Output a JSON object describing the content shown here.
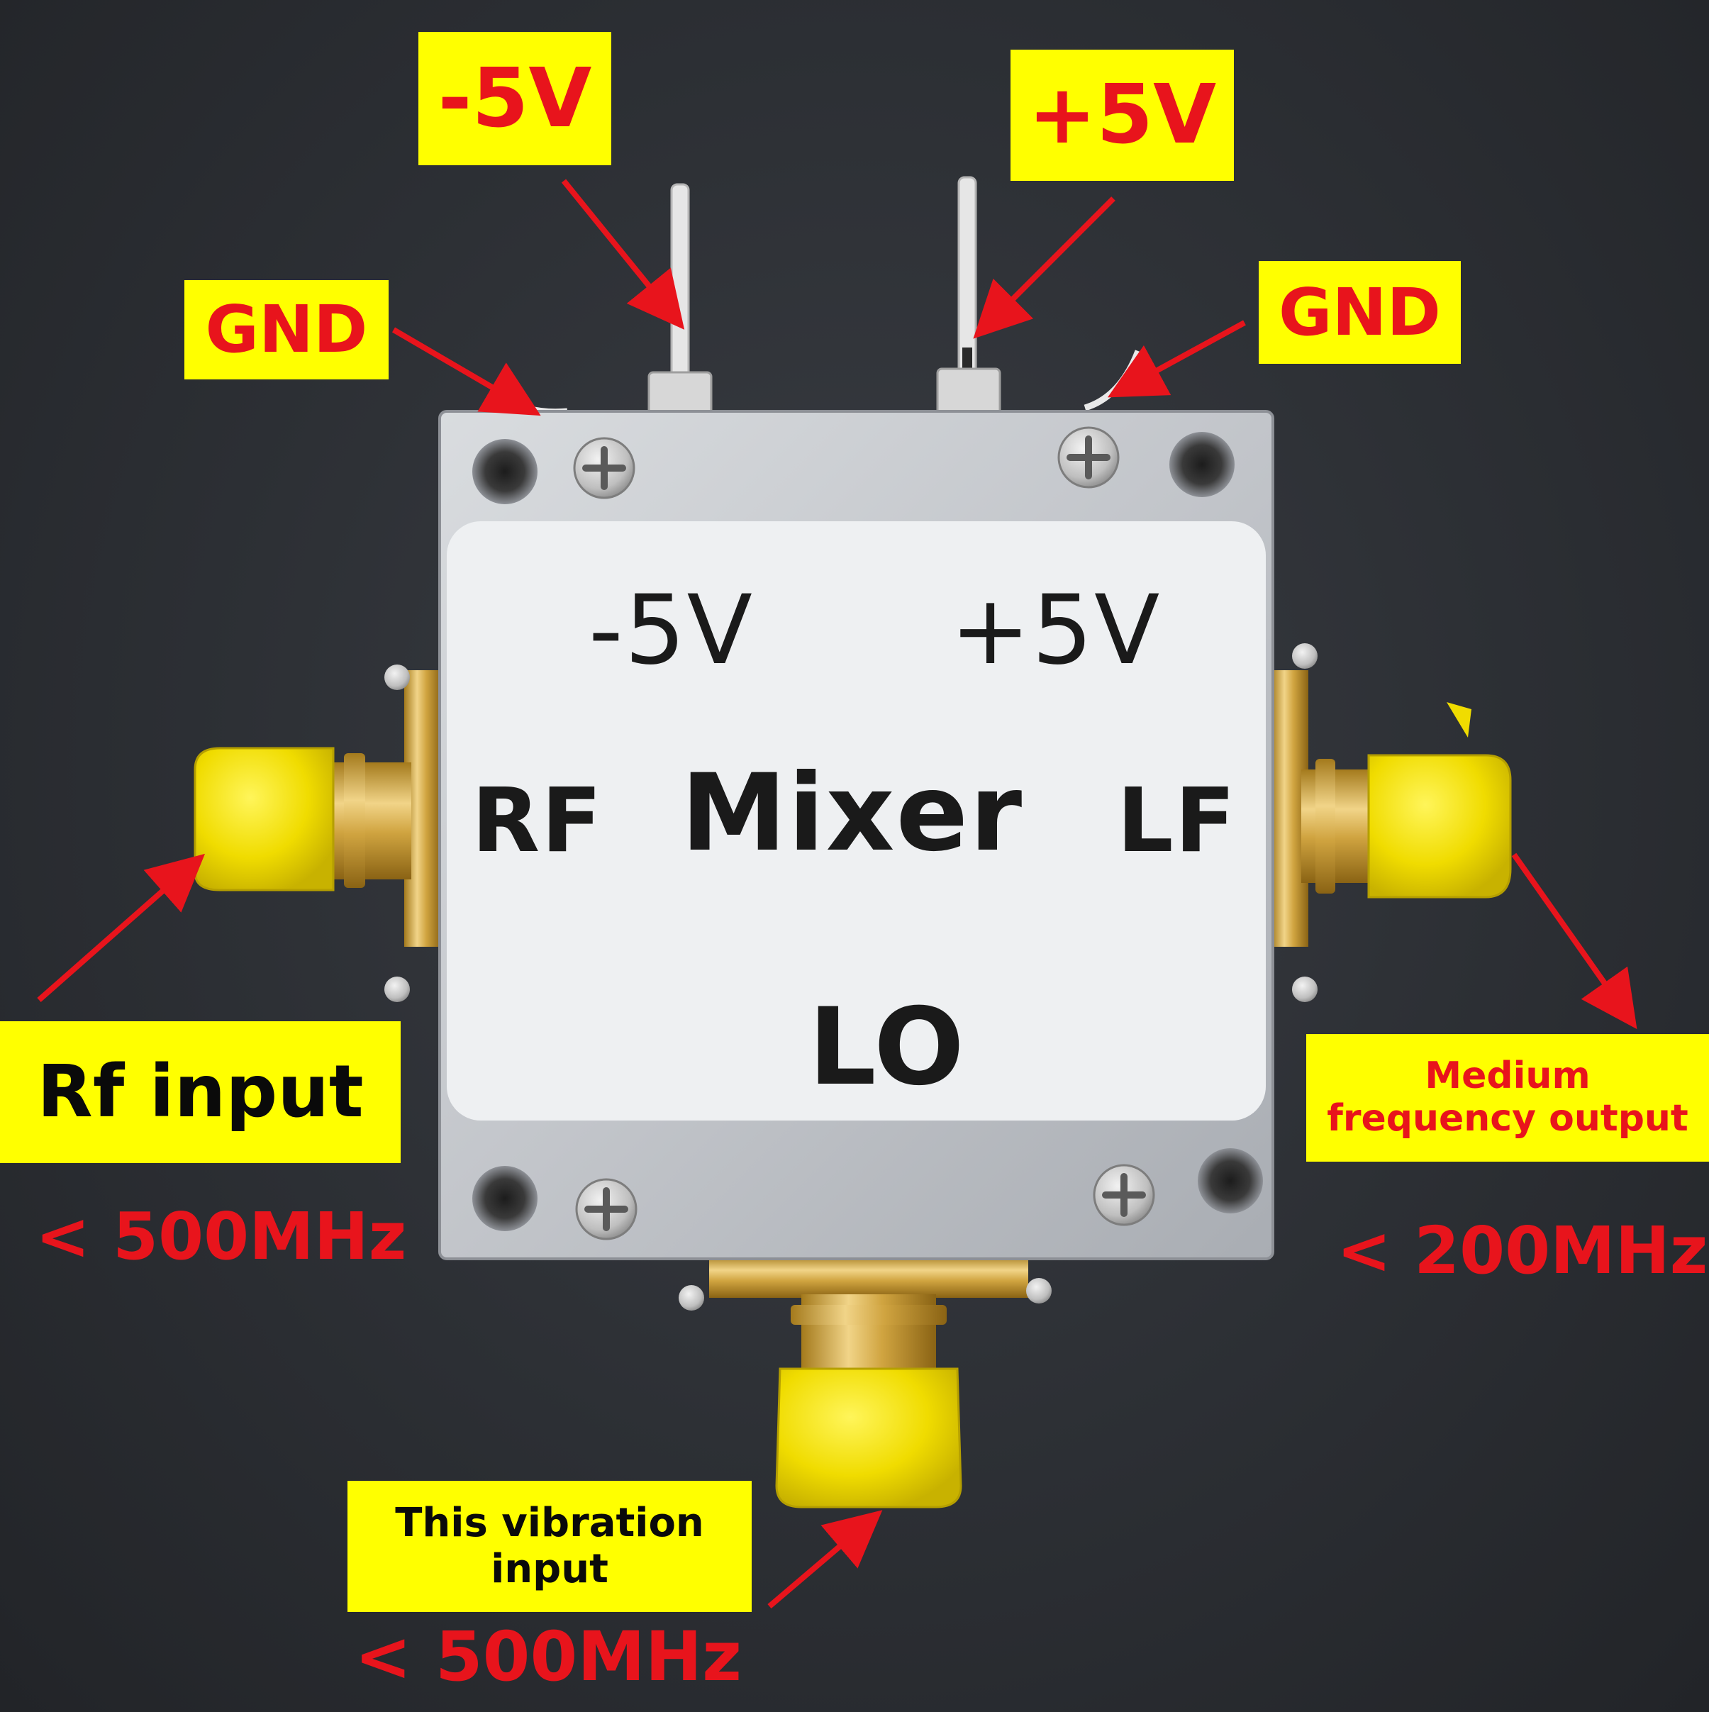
{
  "callouts": {
    "neg5v": "-5V",
    "pos5v": "+5V",
    "gnd_left": "GND",
    "gnd_right": "GND",
    "rf_input": "Rf input",
    "if_output": "Medium frequency output",
    "lo_input": "This vibration input"
  },
  "frequencies": {
    "rf": "< 500MHz",
    "if": "< 200MHz",
    "lo": "< 500MHz"
  },
  "module_label": {
    "neg5v": "-5V",
    "pos5v": "+5V",
    "rf": "RF",
    "mixer": "Mixer",
    "lf": "LF",
    "lo": "LO"
  },
  "colors": {
    "callout_bg": "#ffff00",
    "callout_text": "#e8141c",
    "arrow": "#e8141c",
    "connector_cap": "#f2e000",
    "gold": "#c9a23a",
    "aluminum": "#c4c7cc"
  }
}
